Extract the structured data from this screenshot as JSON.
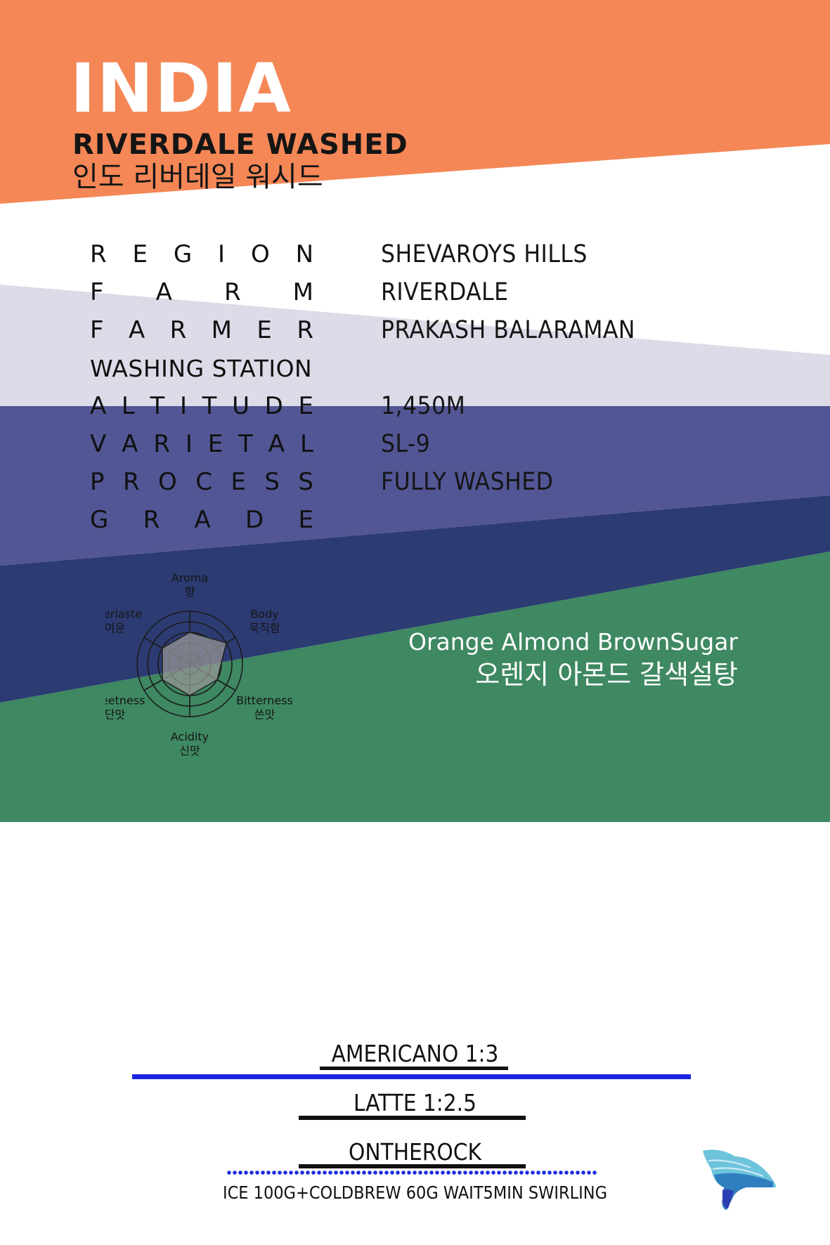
{
  "colors": {
    "orange": "#F58757",
    "lavender": "#DCDCE8",
    "indigo": "#535695",
    "navy": "#2C3B72",
    "green": "#3E8862",
    "blue_rule": "#1C26E0",
    "black_rule": "#111111"
  },
  "header": {
    "title": "INDIA",
    "subtitle": "RIVERDALE WASHED",
    "subtitle_ko": "인도 리버데일 워시드"
  },
  "specs": [
    {
      "label": "REGION",
      "value": "SHEVAROYS HILLS"
    },
    {
      "label": "FARM",
      "value": "RIVERDALE"
    },
    {
      "label": "FARMER",
      "value": "PRAKASH BALARAMAN"
    },
    {
      "label": "WASHING STATION",
      "value": ""
    },
    {
      "label": "ALTITUDE",
      "value": "1,450M"
    },
    {
      "label": "VARIETAL",
      "value": "SL-9"
    },
    {
      "label": "PROCESS",
      "value": "FULLY WASHED"
    },
    {
      "label": "GRADE",
      "value": ""
    }
  ],
  "flavor_radar": {
    "axes": [
      {
        "en": "Aroma",
        "ko": "향"
      },
      {
        "en": "Body",
        "ko": "묵직함"
      },
      {
        "en": "Bitterness",
        "ko": "쓴맛"
      },
      {
        "en": "Acidity",
        "ko": "신맛"
      },
      {
        "en": "Sweetness",
        "ko": "단맛"
      },
      {
        "en": "Afterlaste",
        "ko": "여운"
      }
    ],
    "scale_max": 5,
    "values": [
      3,
      4,
      3,
      3,
      3,
      3
    ]
  },
  "tasting_notes": {
    "en": "Orange  Almond  BrownSugar",
    "ko": "오렌지 아몬드 갈색설탕"
  },
  "recipes": {
    "americano": "AMERICANO  1:3",
    "latte": "LATTE  1:2.5",
    "ontherock": "ONTHEROCK",
    "ontherock_detail": "ICE 100G+COLDBREW 60G  WAIT5MIN  SWIRLING"
  },
  "logo": {
    "icon": "turtle-logo-icon"
  }
}
